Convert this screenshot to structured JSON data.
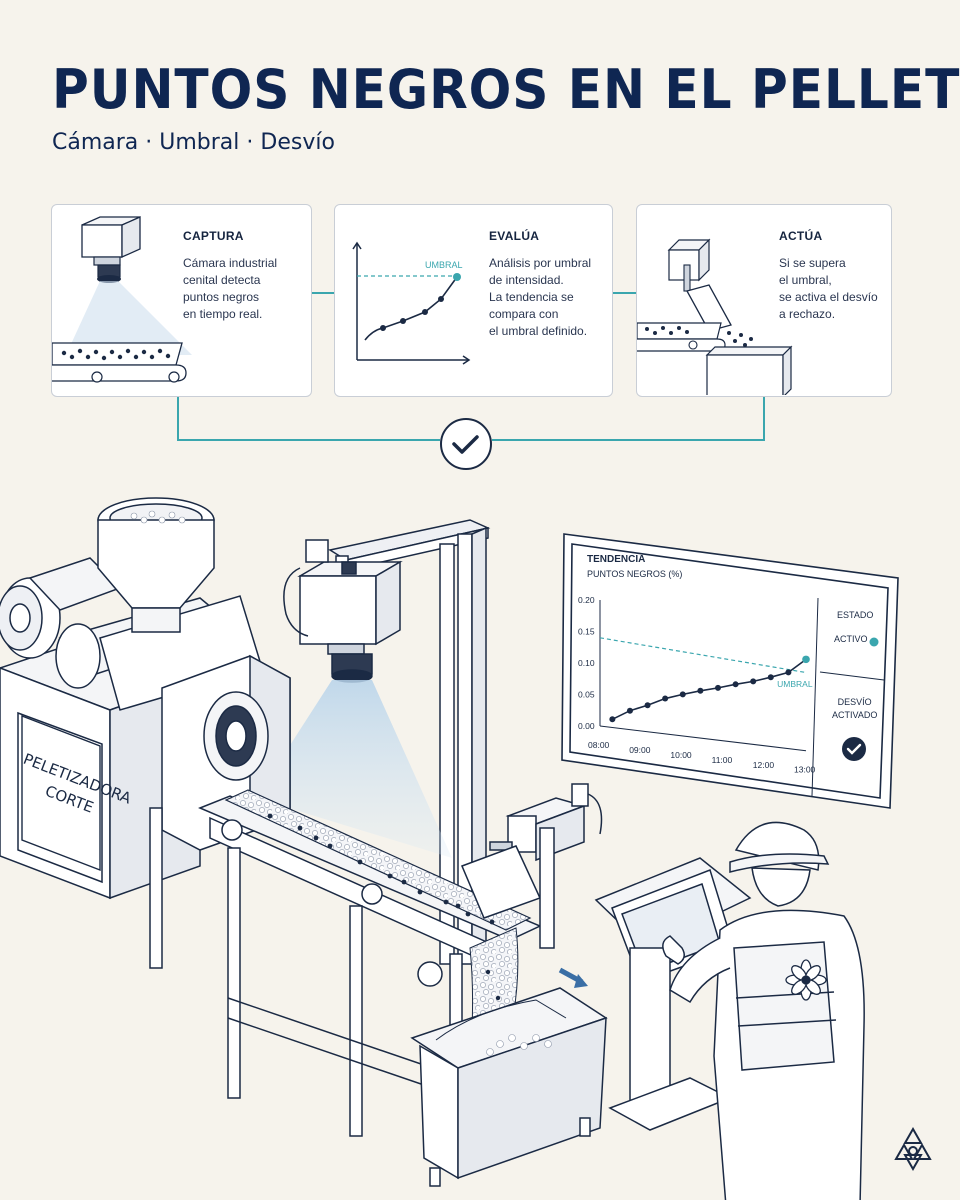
{
  "header": {
    "title": "PUNTOS NEGROS EN EL PELLET",
    "subtitle": "Cámara · Umbral · Desvío"
  },
  "steps": [
    {
      "title": "CAPTURA",
      "text": "Cámara industrial\ncenital detecta\npuntos negros\nen tiempo real."
    },
    {
      "title": "EVALÚA",
      "text": "Análisis por umbral\nde intensidad.\nLa tendencia se\ncompara con\nel umbral definido.",
      "chart_label": "UMBRAL"
    },
    {
      "title": "ACTÚA",
      "text": "Si se supera\nel umbral,\nse activa el desvío\na rechazo."
    }
  ],
  "machine": {
    "label": "PELETIZADORA\nCORTE"
  },
  "monitor": {
    "title": "TENDENCIA",
    "axis_label": "PUNTOS NEGROS (%)",
    "threshold_label": "UMBRAL",
    "state_label": "ESTADO",
    "state_value": "ACTIVO",
    "diversion_label": "DESVÍO\nACTIVADO"
  },
  "chart_data": {
    "type": "line",
    "title": "TENDENCIA",
    "ylabel": "PUNTOS NEGROS (%)",
    "x": [
      "08:00",
      "09:00",
      "10:00",
      "11:00",
      "12:00",
      "13:00"
    ],
    "yticks": [
      "0.20",
      "0.15",
      "0.10",
      "0.05",
      "0.00"
    ],
    "ylim": [
      0,
      0.2
    ],
    "threshold": 0.14,
    "series": [
      {
        "values": [
          0.013,
          0.03,
          0.042,
          0.056,
          0.066,
          0.075,
          0.083,
          0.092,
          0.1,
          0.11,
          0.121,
          0.145
        ]
      }
    ],
    "colors": {
      "line": "#1b2a44",
      "threshold": "#3aa6ae",
      "highlight": "#3aa6ae"
    }
  },
  "colors": {
    "title": "#0f2652",
    "accent": "#3aa6ae",
    "card_border": "#c9ced6",
    "background": "#f6f3ec"
  },
  "icons": [
    "camera-icon",
    "conveyor-icon",
    "chart-icon",
    "diverter-icon",
    "bin-icon",
    "check-icon",
    "brand-flower-icon"
  ]
}
